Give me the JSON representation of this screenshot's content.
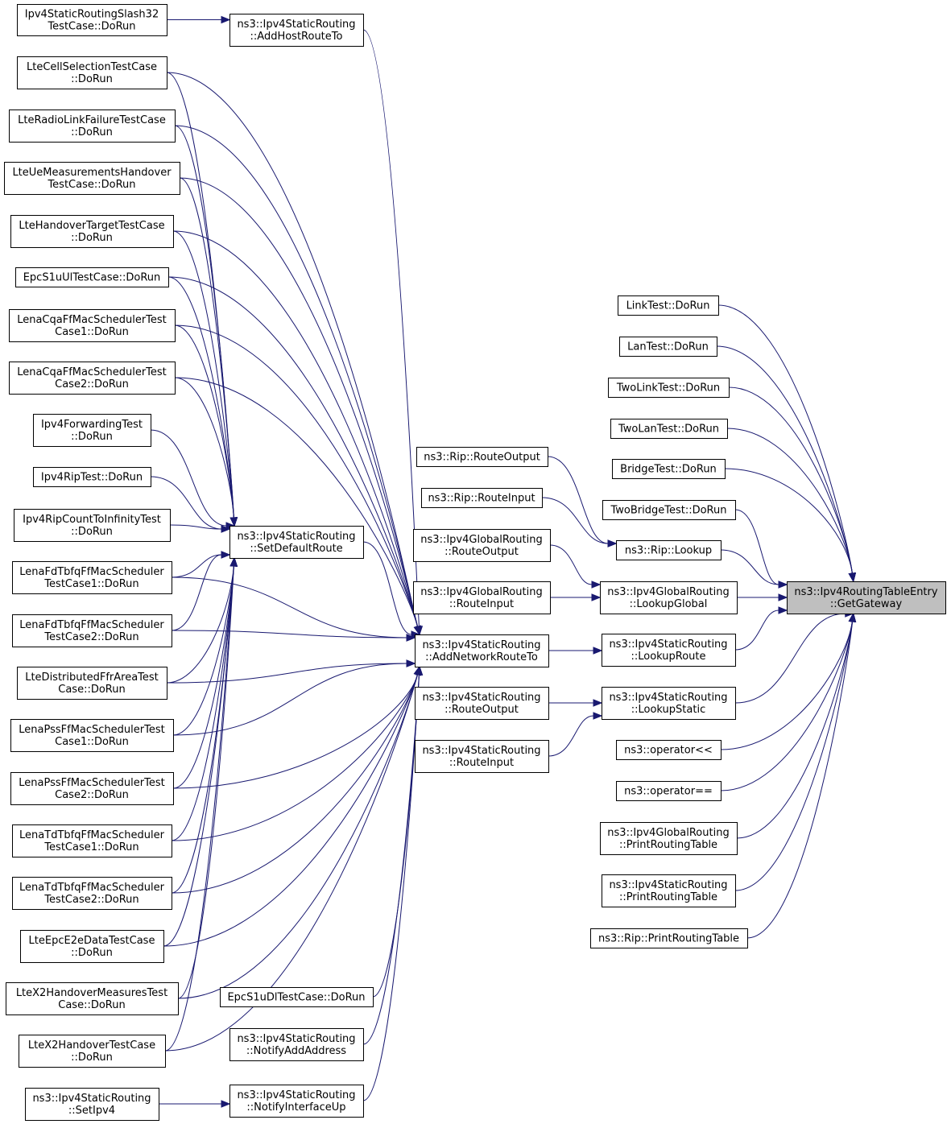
{
  "graph": {
    "nodes": [
      {
        "id": "target",
        "lines": [
          "ns3::Ipv4RoutingTableEntry",
          "::GetGateway"
        ],
        "focus": true
      },
      {
        "id": "link_test",
        "lines": [
          "LinkTest::DoRun"
        ]
      },
      {
        "id": "lan_test",
        "lines": [
          "LanTest::DoRun"
        ]
      },
      {
        "id": "twolink_test",
        "lines": [
          "TwoLinkTest::DoRun"
        ]
      },
      {
        "id": "twolan_test",
        "lines": [
          "TwoLanTest::DoRun"
        ]
      },
      {
        "id": "bridge_test",
        "lines": [
          "BridgeTest::DoRun"
        ]
      },
      {
        "id": "twobridge_test",
        "lines": [
          "TwoBridgeTest::DoRun"
        ]
      },
      {
        "id": "rip_lookup",
        "lines": [
          "ns3::Rip::Lookup"
        ]
      },
      {
        "id": "global_lookup",
        "lines": [
          "ns3::Ipv4GlobalRouting",
          "::LookupGlobal"
        ]
      },
      {
        "id": "static_lookuproute",
        "lines": [
          "ns3::Ipv4StaticRouting",
          "::LookupRoute"
        ]
      },
      {
        "id": "static_lookupstatic",
        "lines": [
          "ns3::Ipv4StaticRouting",
          "::LookupStatic"
        ]
      },
      {
        "id": "op_stream",
        "lines": [
          "ns3::operator<<"
        ]
      },
      {
        "id": "op_eq",
        "lines": [
          "ns3::operator=="
        ]
      },
      {
        "id": "global_print",
        "lines": [
          "ns3::Ipv4GlobalRouting",
          "::PrintRoutingTable"
        ]
      },
      {
        "id": "static_print",
        "lines": [
          "ns3::Ipv4StaticRouting",
          "::PrintRoutingTable"
        ]
      },
      {
        "id": "rip_print",
        "lines": [
          "ns3::Rip::PrintRoutingTable"
        ]
      },
      {
        "id": "rip_routeoutput",
        "lines": [
          "ns3::Rip::RouteOutput"
        ]
      },
      {
        "id": "rip_routeinput",
        "lines": [
          "ns3::Rip::RouteInput"
        ]
      },
      {
        "id": "global_routeoutput",
        "lines": [
          "ns3::Ipv4GlobalRouting",
          "::RouteOutput"
        ]
      },
      {
        "id": "global_routeinput",
        "lines": [
          "ns3::Ipv4GlobalRouting",
          "::RouteInput"
        ]
      },
      {
        "id": "static_addnetwork",
        "lines": [
          "ns3::Ipv4StaticRouting",
          "::AddNetworkRouteTo"
        ]
      },
      {
        "id": "static_routeoutput",
        "lines": [
          "ns3::Ipv4StaticRouting",
          "::RouteOutput"
        ]
      },
      {
        "id": "static_routeinput",
        "lines": [
          "ns3::Ipv4StaticRouting",
          "::RouteInput"
        ]
      },
      {
        "id": "static_addhost",
        "lines": [
          "ns3::Ipv4StaticRouting",
          "::AddHostRouteTo"
        ]
      },
      {
        "id": "static_setdefault",
        "lines": [
          "ns3::Ipv4StaticRouting",
          "::SetDefaultRoute"
        ]
      },
      {
        "id": "epcdl",
        "lines": [
          "EpcS1uDlTestCase::DoRun"
        ]
      },
      {
        "id": "notify_addaddr",
        "lines": [
          "ns3::Ipv4StaticRouting",
          "::NotifyAddAddress"
        ]
      },
      {
        "id": "notify_ifup",
        "lines": [
          "ns3::Ipv4StaticRouting",
          "::NotifyInterfaceUp"
        ]
      },
      {
        "id": "slash32",
        "lines": [
          "Ipv4StaticRoutingSlash32",
          "TestCase::DoRun"
        ]
      },
      {
        "id": "cellsel",
        "lines": [
          "LteCellSelectionTestCase",
          "::DoRun"
        ]
      },
      {
        "id": "rlf",
        "lines": [
          "LteRadioLinkFailureTestCase",
          "::DoRun"
        ]
      },
      {
        "id": "uemeas",
        "lines": [
          "LteUeMeasurementsHandover",
          "TestCase::DoRun"
        ]
      },
      {
        "id": "hotarget",
        "lines": [
          "LteHandoverTargetTestCase",
          "::DoRun"
        ]
      },
      {
        "id": "epcul",
        "lines": [
          "EpcS1uUlTestCase::DoRun"
        ]
      },
      {
        "id": "cqa1",
        "lines": [
          "LenaCqaFfMacSchedulerTest",
          "Case1::DoRun"
        ]
      },
      {
        "id": "cqa2",
        "lines": [
          "LenaCqaFfMacSchedulerTest",
          "Case2::DoRun"
        ]
      },
      {
        "id": "fwd",
        "lines": [
          "Ipv4ForwardingTest",
          "::DoRun"
        ]
      },
      {
        "id": "riptest",
        "lines": [
          "Ipv4RipTest::DoRun"
        ]
      },
      {
        "id": "ripcount",
        "lines": [
          "Ipv4RipCountToInfinityTest",
          "::DoRun"
        ]
      },
      {
        "id": "fd1",
        "lines": [
          "LenaFdTbfqFfMacScheduler",
          "TestCase1::DoRun"
        ]
      },
      {
        "id": "fd2",
        "lines": [
          "LenaFdTbfqFfMacScheduler",
          "TestCase2::DoRun"
        ]
      },
      {
        "id": "dffr",
        "lines": [
          "LteDistributedFfrAreaTest",
          "Case::DoRun"
        ]
      },
      {
        "id": "pss1",
        "lines": [
          "LenaPssFfMacSchedulerTest",
          "Case1::DoRun"
        ]
      },
      {
        "id": "pss2",
        "lines": [
          "LenaPssFfMacSchedulerTest",
          "Case2::DoRun"
        ]
      },
      {
        "id": "td1",
        "lines": [
          "LenaTdTbfqFfMacScheduler",
          "TestCase1::DoRun"
        ]
      },
      {
        "id": "td2",
        "lines": [
          "LenaTdTbfqFfMacScheduler",
          "TestCase2::DoRun"
        ]
      },
      {
        "id": "e2e",
        "lines": [
          "LteEpcE2eDataTestCase",
          "::DoRun"
        ]
      },
      {
        "id": "x2meas",
        "lines": [
          "LteX2HandoverMeasuresTest",
          "Case::DoRun"
        ]
      },
      {
        "id": "x2ho",
        "lines": [
          "LteX2HandoverTestCase",
          "::DoRun"
        ]
      },
      {
        "id": "setipv4",
        "lines": [
          "ns3::Ipv4StaticRouting",
          "::SetIpv4"
        ]
      }
    ],
    "edges": [
      {
        "from": "link_test",
        "to": "target"
      },
      {
        "from": "lan_test",
        "to": "target"
      },
      {
        "from": "twolink_test",
        "to": "target"
      },
      {
        "from": "twolan_test",
        "to": "target"
      },
      {
        "from": "bridge_test",
        "to": "target"
      },
      {
        "from": "twobridge_test",
        "to": "target"
      },
      {
        "from": "rip_lookup",
        "to": "target"
      },
      {
        "from": "global_lookup",
        "to": "target"
      },
      {
        "from": "static_lookuproute",
        "to": "target"
      },
      {
        "from": "static_lookupstatic",
        "to": "target"
      },
      {
        "from": "op_stream",
        "to": "target"
      },
      {
        "from": "op_eq",
        "to": "target"
      },
      {
        "from": "global_print",
        "to": "target"
      },
      {
        "from": "static_print",
        "to": "target"
      },
      {
        "from": "rip_print",
        "to": "target"
      },
      {
        "from": "rip_routeoutput",
        "to": "rip_lookup"
      },
      {
        "from": "rip_routeinput",
        "to": "rip_lookup"
      },
      {
        "from": "global_routeoutput",
        "to": "global_lookup"
      },
      {
        "from": "global_routeinput",
        "to": "global_lookup"
      },
      {
        "from": "static_addnetwork",
        "to": "static_lookuproute"
      },
      {
        "from": "static_routeoutput",
        "to": "static_lookupstatic"
      },
      {
        "from": "static_routeinput",
        "to": "static_lookupstatic"
      },
      {
        "from": "static_addhost",
        "to": "static_addnetwork"
      },
      {
        "from": "static_setdefault",
        "to": "static_addnetwork"
      },
      {
        "from": "epcdl",
        "to": "static_addnetwork"
      },
      {
        "from": "notify_addaddr",
        "to": "static_addnetwork"
      },
      {
        "from": "notify_ifup",
        "to": "static_addnetwork"
      },
      {
        "from": "slash32",
        "to": "static_addhost"
      },
      {
        "from": "setipv4",
        "to": "notify_ifup"
      },
      {
        "from": "cellsel",
        "to": "static_addnetwork"
      },
      {
        "from": "rlf",
        "to": "static_addnetwork"
      },
      {
        "from": "uemeas",
        "to": "static_addnetwork"
      },
      {
        "from": "hotarget",
        "to": "static_addnetwork"
      },
      {
        "from": "epcul",
        "to": "static_addnetwork"
      },
      {
        "from": "cqa1",
        "to": "static_addnetwork"
      },
      {
        "from": "cqa2",
        "to": "static_addnetwork"
      },
      {
        "from": "fd1",
        "to": "static_addnetwork"
      },
      {
        "from": "fd2",
        "to": "static_addnetwork"
      },
      {
        "from": "dffr",
        "to": "static_addnetwork"
      },
      {
        "from": "pss1",
        "to": "static_addnetwork"
      },
      {
        "from": "pss2",
        "to": "static_addnetwork"
      },
      {
        "from": "td1",
        "to": "static_addnetwork"
      },
      {
        "from": "td2",
        "to": "static_addnetwork"
      },
      {
        "from": "e2e",
        "to": "static_addnetwork"
      },
      {
        "from": "x2meas",
        "to": "static_addnetwork"
      },
      {
        "from": "x2ho",
        "to": "static_addnetwork"
      },
      {
        "from": "cellsel",
        "to": "static_setdefault"
      },
      {
        "from": "rlf",
        "to": "static_setdefault"
      },
      {
        "from": "uemeas",
        "to": "static_setdefault"
      },
      {
        "from": "hotarget",
        "to": "static_setdefault"
      },
      {
        "from": "epcul",
        "to": "static_setdefault"
      },
      {
        "from": "cqa1",
        "to": "static_setdefault"
      },
      {
        "from": "cqa2",
        "to": "static_setdefault"
      },
      {
        "from": "fwd",
        "to": "static_setdefault"
      },
      {
        "from": "riptest",
        "to": "static_setdefault"
      },
      {
        "from": "ripcount",
        "to": "static_setdefault"
      },
      {
        "from": "fd1",
        "to": "static_setdefault"
      },
      {
        "from": "fd2",
        "to": "static_setdefault"
      },
      {
        "from": "dffr",
        "to": "static_setdefault"
      },
      {
        "from": "pss1",
        "to": "static_setdefault"
      },
      {
        "from": "pss2",
        "to": "static_setdefault"
      },
      {
        "from": "td1",
        "to": "static_setdefault"
      },
      {
        "from": "td2",
        "to": "static_setdefault"
      },
      {
        "from": "e2e",
        "to": "static_setdefault"
      },
      {
        "from": "x2meas",
        "to": "static_setdefault"
      },
      {
        "from": "x2ho",
        "to": "static_setdefault"
      }
    ]
  },
  "colors": {
    "edge": "#191970",
    "node_border": "#000000",
    "node_fill": "#ffffff",
    "focus_fill": "#bfbfbf"
  }
}
